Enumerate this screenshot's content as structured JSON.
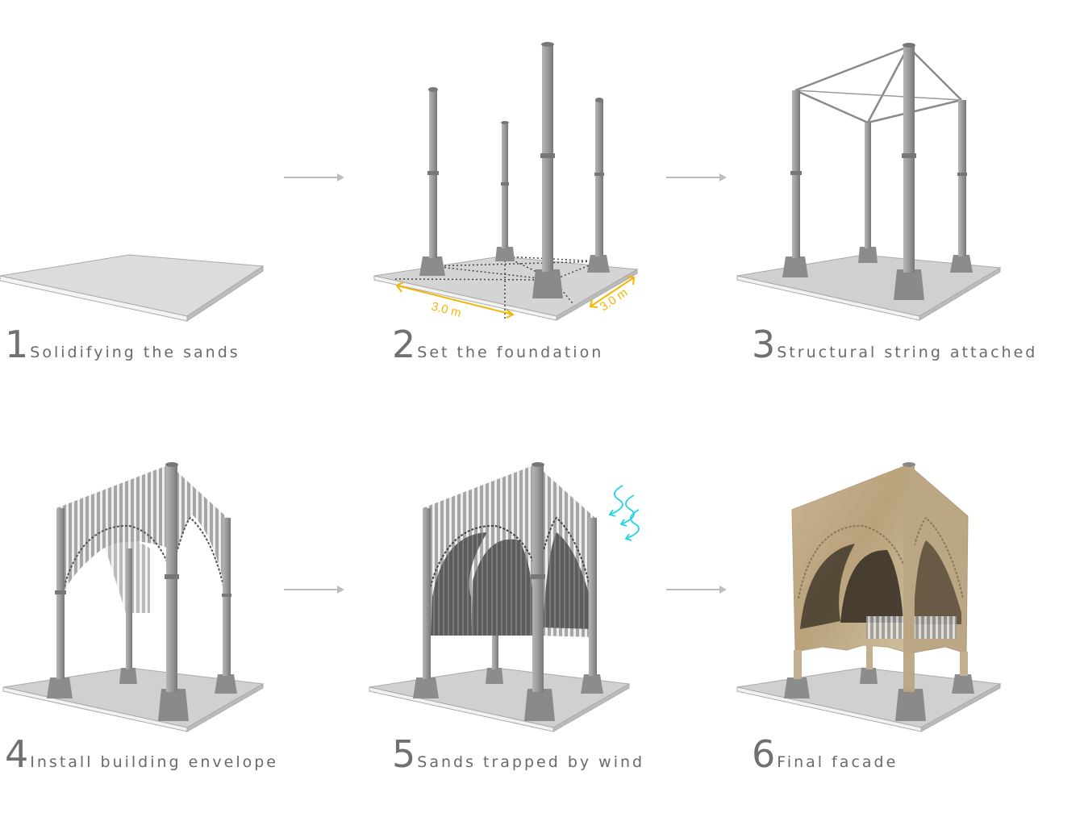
{
  "steps": [
    {
      "number": "1",
      "label": "Solidifying the sands"
    },
    {
      "number": "2",
      "label": "Set the foundation"
    },
    {
      "number": "3",
      "label": "Structural string attached"
    },
    {
      "number": "4",
      "label": "Install building envelope"
    },
    {
      "number": "5",
      "label": "Sands trapped by wind"
    },
    {
      "number": "6",
      "label": "Final facade"
    }
  ],
  "dimensions": {
    "width": "3.0 m",
    "depth": "3.0 m"
  },
  "colors": {
    "dimension": "#f2b705",
    "wind": "#22d3e6",
    "column": "#9b9b9b",
    "base": "#d4d4d4",
    "sand": "#c8b492",
    "arrow": "#bdbdbd",
    "caption": "#6a6a6a"
  },
  "icons": {
    "flow_arrow": "right-arrow-icon",
    "wind": "wind-icon"
  }
}
